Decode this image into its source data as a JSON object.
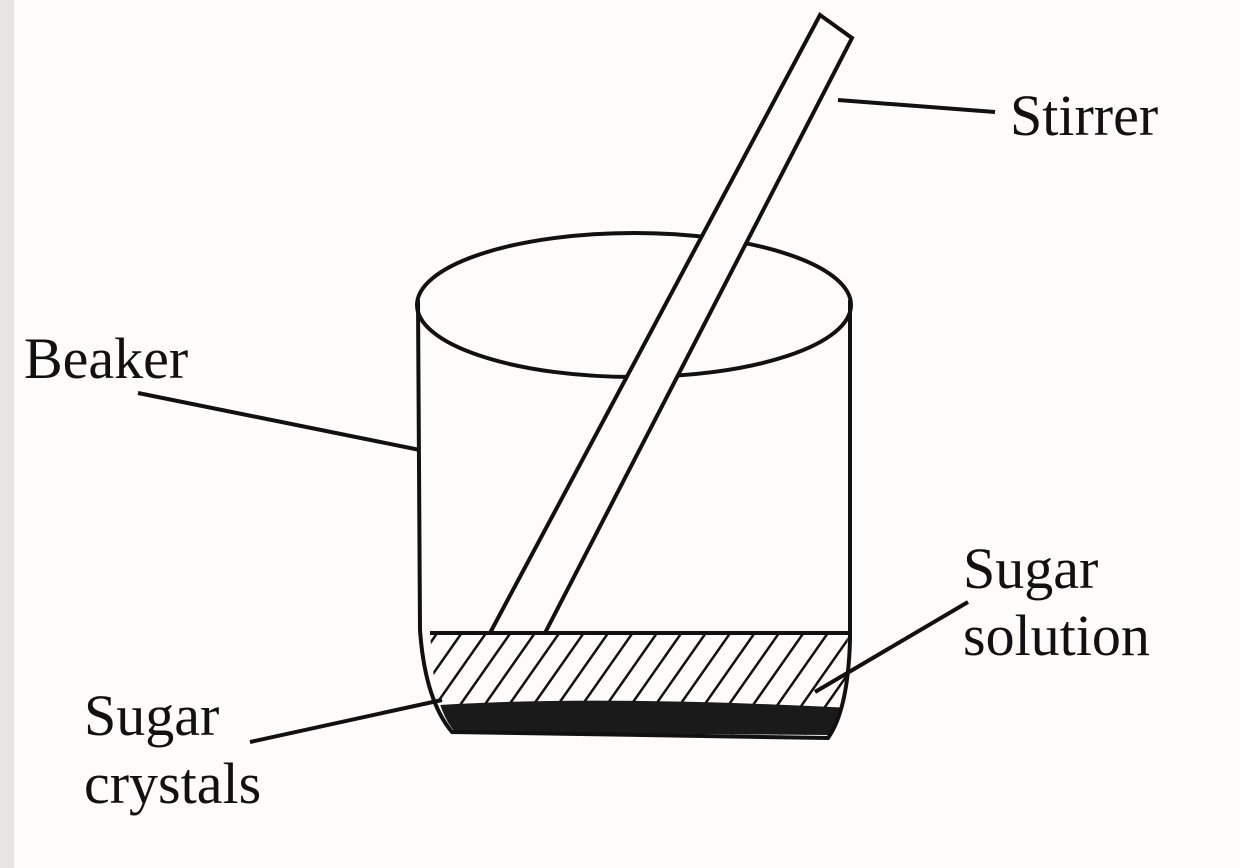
{
  "labels": {
    "stirrer": "Stirrer",
    "beaker": "Beaker",
    "sugar_solution_line1": "Sugar",
    "sugar_solution_line2": "solution",
    "sugar_crystals_line1": "Sugar",
    "sugar_crystals_line2": "crystals"
  },
  "colors": {
    "ink": "#111111",
    "paper": "#fdfcfb"
  }
}
